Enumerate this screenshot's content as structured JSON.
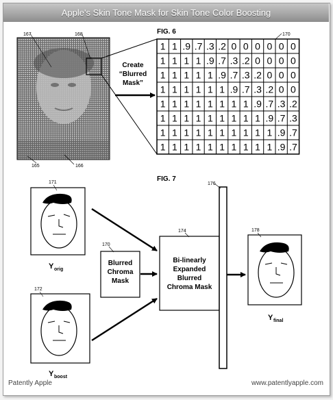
{
  "title": "Apple's Skin Tone Mask for Skin Tone Color Boosting",
  "fig6": {
    "label": "FIG. 6",
    "refs": {
      "image": "167",
      "zoom": "168",
      "grid": "170",
      "left": "165",
      "right": "166"
    },
    "create_lines": [
      "Create",
      "“Blurred",
      "Mask”"
    ],
    "grid_rows": [
      [
        "1",
        "1",
        ".9",
        ".7",
        ".3",
        ".2",
        "0",
        "0",
        "0",
        "0",
        "0",
        "0"
      ],
      [
        "1",
        "1",
        "1",
        "1",
        ".9",
        ".7",
        ".3",
        ".2",
        "0",
        "0",
        "0",
        "0"
      ],
      [
        "1",
        "1",
        "1",
        "1",
        "1",
        ".9",
        ".7",
        ".3",
        ".2",
        "0",
        "0",
        "0"
      ],
      [
        "1",
        "1",
        "1",
        "1",
        "1",
        "1",
        ".9",
        ".7",
        ".3",
        ".2",
        "0",
        "0"
      ],
      [
        "1",
        "1",
        "1",
        "1",
        "1",
        "1",
        "1",
        "1",
        ".9",
        ".7",
        ".3",
        ".2"
      ],
      [
        "1",
        "1",
        "1",
        "1",
        "1",
        "1",
        "1",
        "1",
        "1",
        ".9",
        ".7",
        ".3"
      ],
      [
        "1",
        "1",
        "1",
        "1",
        "1",
        "1",
        "1",
        "1",
        "1",
        "1",
        ".9",
        ".7"
      ],
      [
        "1",
        "1",
        "1",
        "1",
        "1",
        "1",
        "1",
        "1",
        "1",
        "1",
        ".9",
        ".7"
      ]
    ]
  },
  "fig7": {
    "label": "FIG. 7",
    "refs": {
      "orig": "171",
      "boost": "172",
      "chroma": "170",
      "expanded": "174",
      "bar": "176",
      "final": "178"
    },
    "y_orig": {
      "main": "Y",
      "sub": "orig"
    },
    "y_boost": {
      "main": "Y",
      "sub": "boost"
    },
    "y_final": {
      "main": "Y",
      "sub": "final"
    },
    "chroma_lines": [
      "Blurred",
      "Chroma",
      "Mask"
    ],
    "expanded_lines": [
      "Bi-linearly",
      "Expanded",
      "Blurred",
      "Chroma Mask"
    ]
  },
  "footer": {
    "left": "Patently Apple",
    "right": "www.patentlyapple.com"
  }
}
